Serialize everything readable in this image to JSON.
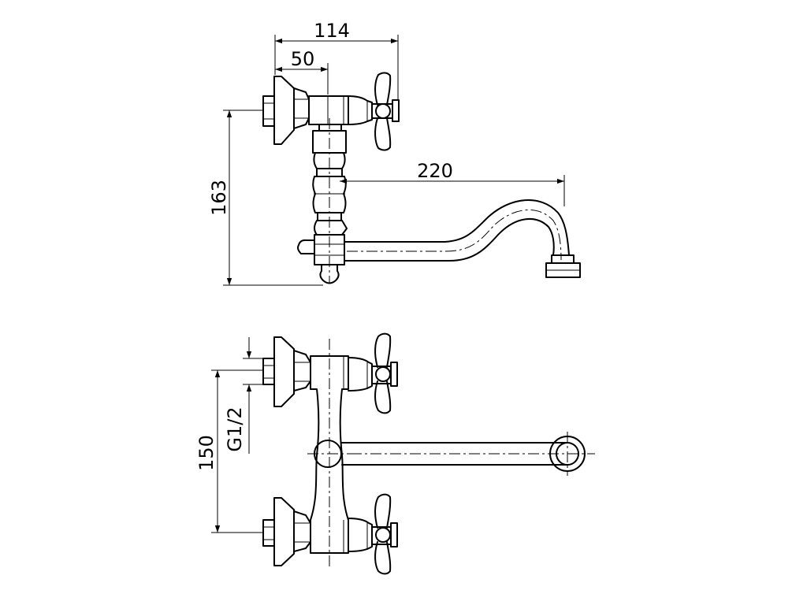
{
  "drawing": {
    "colors": {
      "line": "#000000",
      "background": "#ffffff"
    },
    "side_view": {
      "dimensions": {
        "overall_width": "114",
        "handle_offset": "50",
        "spout_reach": "220",
        "height": "163"
      }
    },
    "front_view": {
      "dimensions": {
        "inlet_spacing": "150",
        "thread": "G1/2"
      }
    }
  }
}
